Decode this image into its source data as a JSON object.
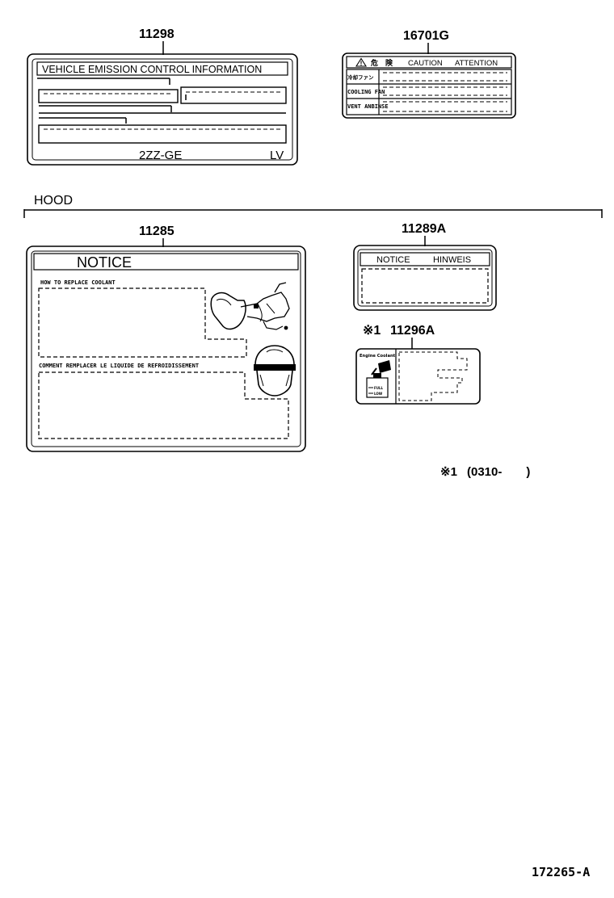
{
  "parts": {
    "p11298": {
      "number": "11298",
      "title": "VEHICLE  EMISSION  CONTROL  INFORMATION",
      "engine": "2ZZ-GE",
      "code": "LV"
    },
    "p16701g": {
      "number": "16701G",
      "header_jp": "危　険",
      "header_caution": "CAUTION",
      "header_attention": "ATTENTION",
      "row1": "冷却ファン",
      "row2": "COOLING FAN",
      "row3": "VENT ANBINSE"
    },
    "p11285": {
      "number": "11285",
      "title": "NOTICE",
      "section1": "HOW TO REPLACE COOLANT",
      "section2": "COMMENT REMPLACER LE LIQUIDE DE REFROIDISSEMENT"
    },
    "p11289a": {
      "number": "11289A",
      "notice": "NOTICE",
      "hinweis": "HINWEIS"
    },
    "p11296a": {
      "number": "11296A",
      "marker": "※1",
      "title": "Engine Coolant",
      "full": "FULL",
      "low": "LOW"
    }
  },
  "hood_label": "HOOD",
  "footnote": {
    "marker": "※1",
    "text": "(0310-　　)"
  },
  "diagram_id": "172265-A"
}
